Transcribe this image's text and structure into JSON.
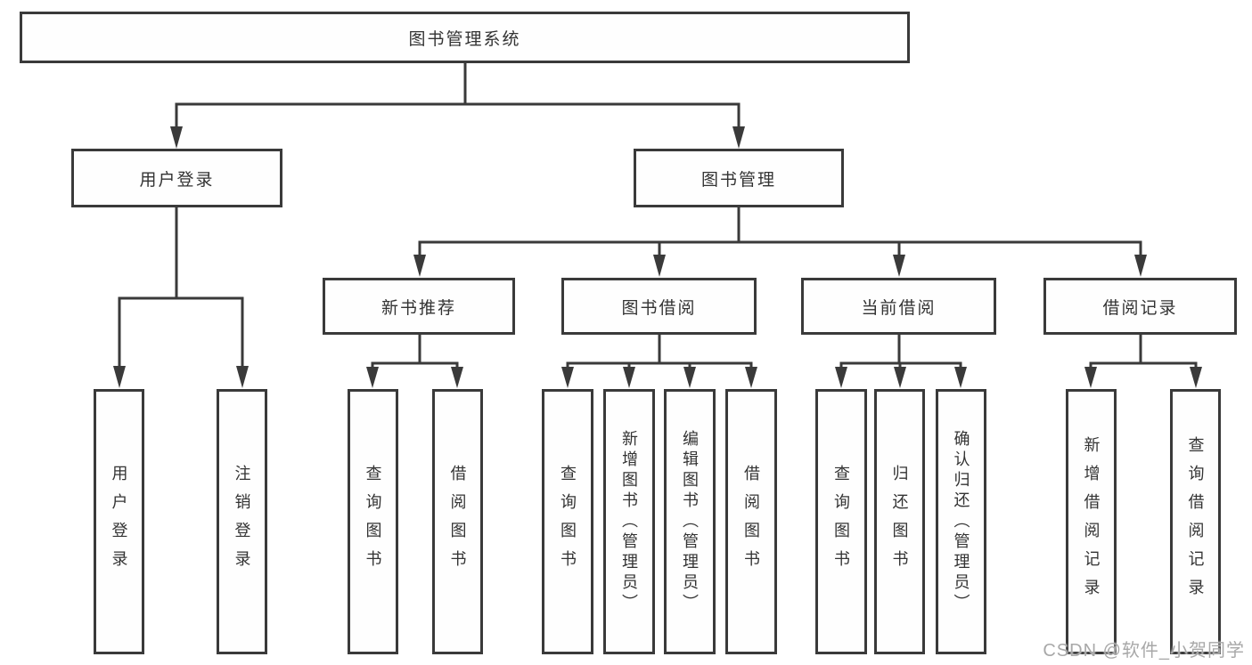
{
  "tree": {
    "root": {
      "label": "图书管理系统"
    },
    "children": [
      {
        "label": "用户登录",
        "children": [
          {
            "label": "用户登录"
          },
          {
            "label": "注销登录"
          }
        ]
      },
      {
        "label": "图书管理",
        "children": [
          {
            "label": "新书推荐",
            "children": [
              {
                "label": "查询图书"
              },
              {
                "label": "借阅图书"
              }
            ]
          },
          {
            "label": "图书借阅",
            "children": [
              {
                "label": "查询图书"
              },
              {
                "label": "新增图书（管理员）"
              },
              {
                "label": "编辑图书（管理员）"
              },
              {
                "label": "借阅图书"
              }
            ]
          },
          {
            "label": "当前借阅",
            "children": [
              {
                "label": "查询图书"
              },
              {
                "label": "归还图书"
              },
              {
                "label": "确认归还（管理员）"
              }
            ]
          },
          {
            "label": "借阅记录",
            "children": [
              {
                "label": "新增借阅记录"
              },
              {
                "label": "查询借阅记录"
              }
            ]
          }
        ]
      }
    ]
  },
  "watermark": {
    "text": "CSDN @软件_小贺同学"
  },
  "colors": {
    "line": "#3a3a3a",
    "box_border": "#3a3a3a",
    "text": "#333333",
    "watermark": "#a8a8a8",
    "background": "#ffffff"
  }
}
